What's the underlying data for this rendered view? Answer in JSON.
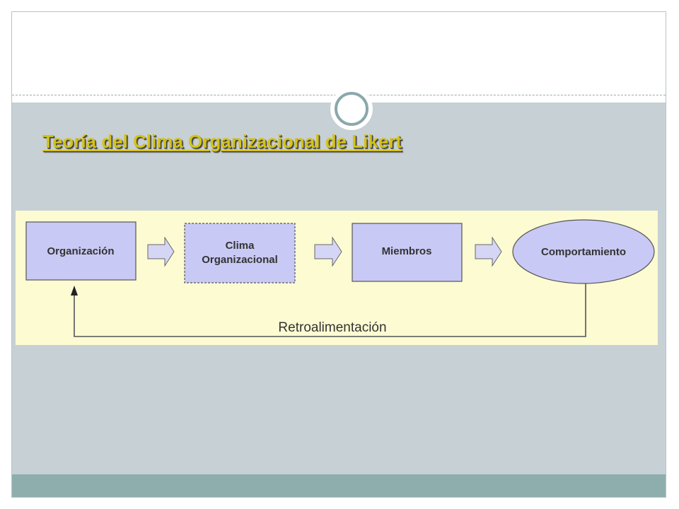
{
  "slide": {
    "title": "Teoría del Clima Organizacional de Likert"
  },
  "diagram": {
    "nodes": [
      {
        "id": "organizacion",
        "label": "Organización"
      },
      {
        "id": "clima",
        "label_line1": "Clima",
        "label_line2": "Organizacional"
      },
      {
        "id": "miembros",
        "label": "Miembros"
      },
      {
        "id": "comportamiento",
        "label": "Comportamiento"
      }
    ],
    "feedback_label": "Retroalimentación",
    "colors": {
      "background": "#fdfbd2",
      "node_fill": "#c8c9f4",
      "node_stroke": "#555555",
      "arrow_fill": "#d5d6f5",
      "line": "#555555",
      "title": "#d4c21a"
    }
  }
}
